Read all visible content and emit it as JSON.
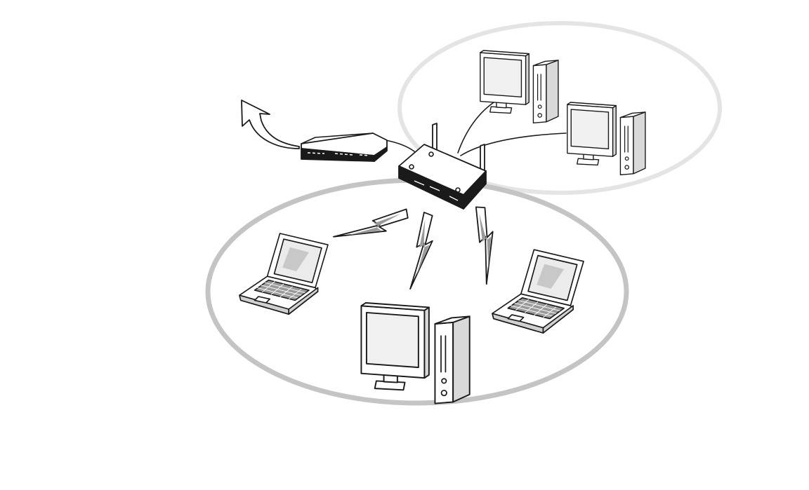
{
  "diagram": {
    "kind": "network-topology",
    "colors": {
      "background": "#ffffff",
      "line": "#1a1a1a",
      "wired_zone": "#e4e4e4",
      "wireless_zone": "#c4c4c4",
      "screen": "#f0f0f0",
      "face": "#ffffff"
    },
    "nodes": [
      {
        "id": "internet-arrow",
        "icon": "internet-arrow-icon"
      },
      {
        "id": "modem",
        "icon": "modem-icon"
      },
      {
        "id": "access-point",
        "icon": "wireless-router-icon"
      },
      {
        "id": "wired-desktop-1",
        "icon": "desktop-computer-icon",
        "zone": "wired"
      },
      {
        "id": "wired-desktop-2",
        "icon": "desktop-computer-icon",
        "zone": "wired"
      },
      {
        "id": "wireless-laptop-1",
        "icon": "laptop-icon",
        "zone": "wireless"
      },
      {
        "id": "wireless-desktop",
        "icon": "desktop-computer-icon",
        "zone": "wireless"
      },
      {
        "id": "wireless-laptop-2",
        "icon": "laptop-icon",
        "zone": "wireless"
      }
    ],
    "links": [
      {
        "from": "modem",
        "to": "internet-arrow",
        "kind": "uplink"
      },
      {
        "from": "modem",
        "to": "access-point",
        "kind": "cable"
      },
      {
        "from": "access-point",
        "to": "wired-desktop-1",
        "kind": "cable"
      },
      {
        "from": "access-point",
        "to": "wired-desktop-2",
        "kind": "cable"
      },
      {
        "from": "access-point",
        "to": "wireless-laptop-1",
        "kind": "wireless",
        "icon": "lightning-bolt-icon"
      },
      {
        "from": "access-point",
        "to": "wireless-desktop",
        "kind": "wireless",
        "icon": "lightning-bolt-icon"
      },
      {
        "from": "access-point",
        "to": "wireless-laptop-2",
        "kind": "wireless",
        "icon": "lightning-bolt-icon"
      }
    ]
  }
}
